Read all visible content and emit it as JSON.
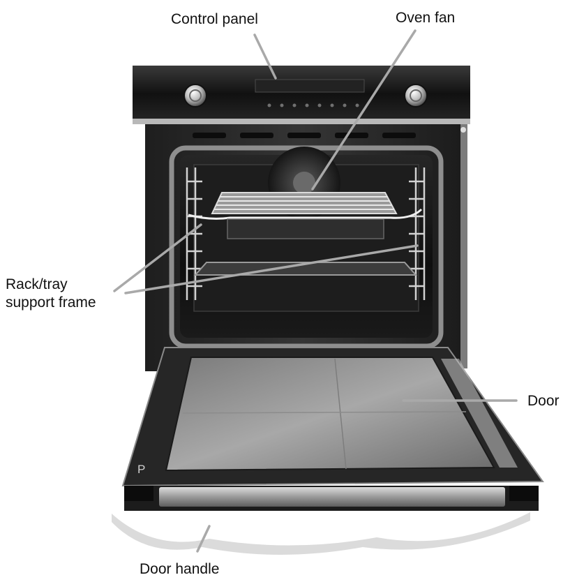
{
  "labels": {
    "control_panel": "Control panel",
    "oven_fan": "Oven fan",
    "rack_line1": "Rack/tray",
    "rack_line2": "support frame",
    "door": "Door",
    "door_handle": "Door handle"
  },
  "door_emblem": "P",
  "colors": {
    "leader_line": "#a9a9a9",
    "label_text": "#111111",
    "oven_body": "#2a2a2a"
  }
}
